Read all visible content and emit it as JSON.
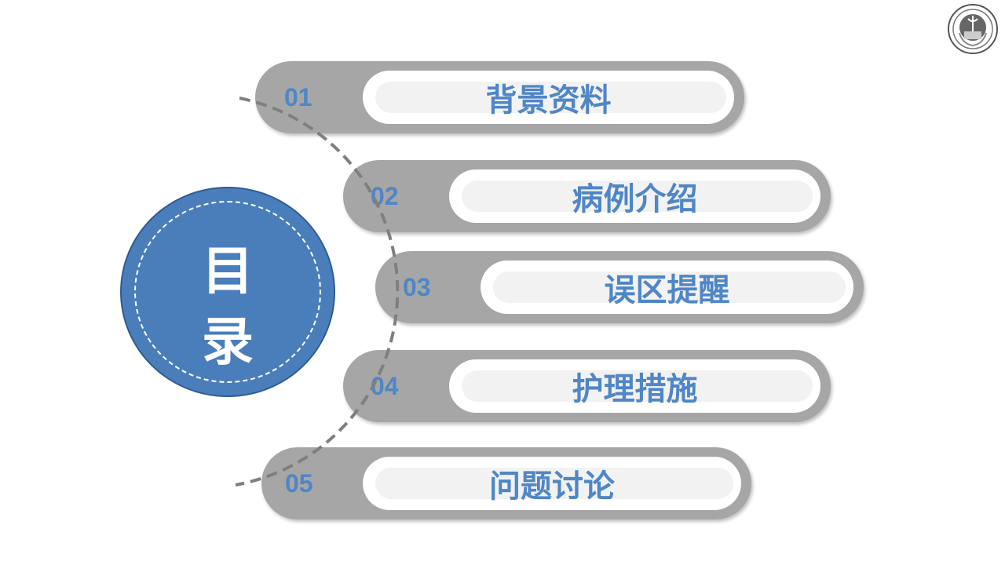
{
  "title": {
    "line1": "目",
    "line2": "录"
  },
  "items": [
    {
      "num": "01",
      "label": "背景资料"
    },
    {
      "num": "02",
      "label": "病例介绍"
    },
    {
      "num": "03",
      "label": "误区提醒"
    },
    {
      "num": "04",
      "label": "护理措施"
    },
    {
      "num": "05",
      "label": "问题讨论"
    }
  ],
  "colors": {
    "accent": "#4f86c6",
    "pill": "#a6a6a6",
    "circle": "#4a7ebb"
  }
}
